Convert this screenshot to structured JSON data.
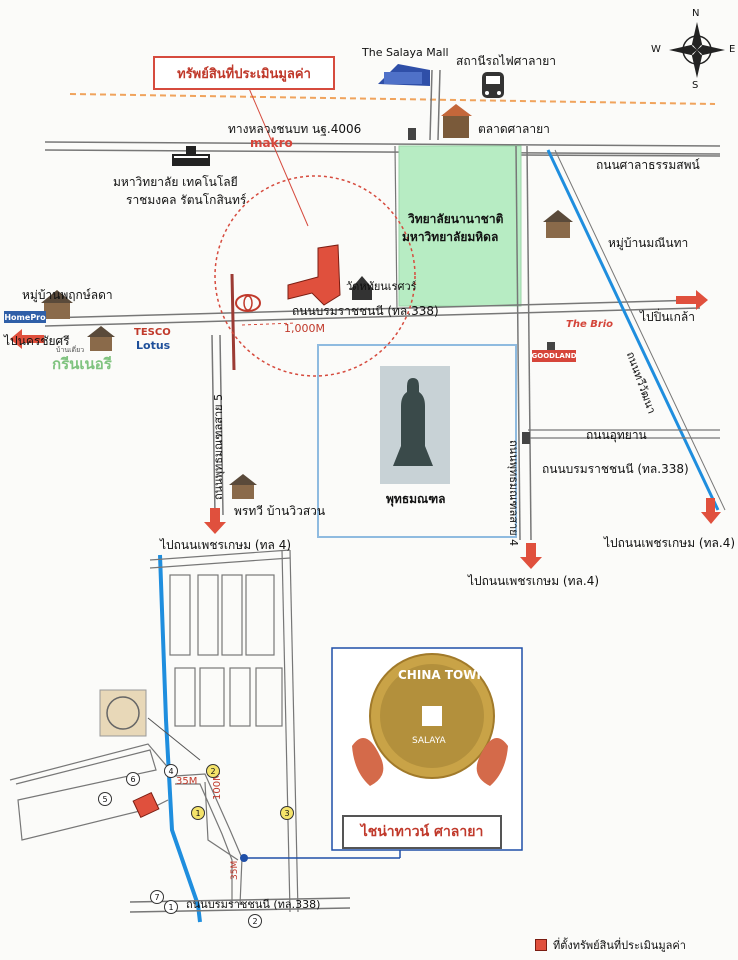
{
  "title": "ทรัพย์สินที่ประเมินมูลค่า",
  "compass": {
    "n": "N",
    "e": "E",
    "s": "S",
    "w": "W"
  },
  "labels": {
    "salaya_mall": "The Salaya Mall",
    "salaya_station": "สถานีรถไฟศาลายา",
    "highway_4006": "ทางหลวงชนบท นฐ.4006",
    "makro": "makro",
    "salaya_market": "ตลาดศาลายา",
    "salaya_thammasop_road": "ถนนศาลาธรรมสพน์",
    "rmutr_line1": "มหาวิทยาลัย เทคโนโลยี",
    "rmutr_line2": "ราชมงคล รัตนโกสินทร์",
    "mahidol_line1": "วิทยาลัยนานาชาติ",
    "mahidol_line2": "มหาวิทยาลัยมหิดล",
    "manee_village": "หมู่บ้านมณีนทา",
    "wat_suwan": "วัดหทัยนเรศวร์",
    "phruksa_village": "หมู่บ้านพฤกษ์ลดา",
    "borommaratchachonnani_338": "ถนนบรมราชชนนี (ทล.338)",
    "to_pinklao": "ไปปิ่นเกล้า",
    "to_nakhon_chaisri": "ไปนครชัยศรี",
    "distance_1000": "1,000M",
    "utthayan_road": "ถนนอุทยาน",
    "borommaratchachonnani_338_b": "ถนนบรมราชชนนี (ทล.338)",
    "phutthamonthon_sai5": "ถนนพุทธมณฑลสาย 5",
    "phutthamonthon_sai4": "ถนนพุทธมณฑลสาย 4",
    "wiwattana_road": "ถนนทวีวัฒนา",
    "buddhamonthon": "พุทธมณฑล",
    "pruksa_wiwat": "พรทวี บ้านวิวสวน",
    "to_phetkasem_a": "ไปถนนเพชรเกษม (ทล.4)",
    "to_phetkasem_b": "ไปถนนเพชรเกษม (ทล.4)",
    "to_phetkasem_c": "ไปถนนเพชรเกษม (ทล 4)",
    "distance_35a": "35M",
    "distance_100": "100M",
    "distance_35b": "35M",
    "bottom_road_338": "ถนนบรมราชชนนี (ทล.338)",
    "china_town_caption": "ไชน่าทาวน์ ศาลายา",
    "china_town_logo_text": "CHINA TOWN",
    "china_town_logo_sub": "SALAYA",
    "tesco": "TESCO",
    "lotus": "Lotus",
    "homepro": "HomePro",
    "greener": "กรีนเนอรี",
    "greener_small": "บ้านเดี่ยว",
    "thebrio": "The Brio",
    "goodland": "GOODLAND"
  },
  "markers": [
    "1",
    "2",
    "3",
    "4",
    "5",
    "6",
    "7",
    "1",
    "2"
  ],
  "legend": "ที่ตั้งทรัพย์สินที่ประเมินมูลค่า",
  "colors": {
    "property": "#e0503d",
    "river": "#1f8ede",
    "railway": "#f0a35c",
    "campus": "#b7ecc3"
  }
}
